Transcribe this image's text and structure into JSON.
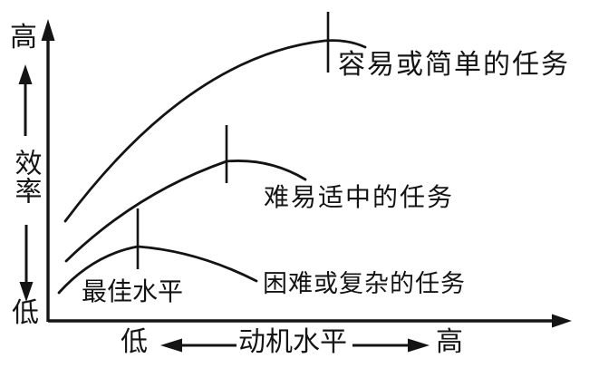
{
  "figure": {
    "background": "#ffffff",
    "ink_color": "#141414",
    "y_axis": {
      "high_label": "高",
      "title": "效率",
      "low_label": "低"
    },
    "x_axis": {
      "low_label": "低",
      "title": "动机水平",
      "high_label": "高"
    },
    "curve_labels": {
      "easy": "容易或简单的任务",
      "medium": "难易适中的任务",
      "hard": "困难或复杂的任务"
    },
    "annotation": {
      "optimal_label": "最佳水平"
    }
  },
  "chart_data": {
    "type": "line",
    "title": "",
    "xlabel": "动机水平",
    "ylabel": "效率",
    "x_axis_qualitative": [
      "低",
      "高"
    ],
    "y_axis_qualitative": [
      "低",
      "高"
    ],
    "grid": false,
    "legend_position": "inline-labels",
    "peak_marker": "vertical tick at each curve peak",
    "series": [
      {
        "name": "容易或简单的任务",
        "points_norm": [
          [
            0.03,
            0.33
          ],
          [
            0.21,
            0.68
          ],
          [
            0.35,
            0.83
          ],
          [
            0.48,
            0.94
          ],
          [
            0.54,
            0.94
          ],
          [
            0.61,
            0.92
          ]
        ],
        "peak_norm": [
          0.54,
          0.94
        ]
      },
      {
        "name": "难易适中的任务",
        "points_norm": [
          [
            0.035,
            0.2
          ],
          [
            0.17,
            0.38
          ],
          [
            0.26,
            0.47
          ],
          [
            0.34,
            0.54
          ],
          [
            0.42,
            0.52
          ],
          [
            0.49,
            0.48
          ]
        ],
        "peak_norm": [
          0.34,
          0.54
        ]
      },
      {
        "name": "困难或复杂的任务",
        "points_norm": [
          [
            0.02,
            0.09
          ],
          [
            0.09,
            0.19
          ],
          [
            0.17,
            0.25
          ],
          [
            0.29,
            0.21
          ],
          [
            0.4,
            0.13
          ]
        ],
        "peak_norm": [
          0.17,
          0.25
        ]
      }
    ],
    "annotations": [
      {
        "text": "最佳水平",
        "refers_to": "peak tick marks of the curves"
      }
    ]
  }
}
